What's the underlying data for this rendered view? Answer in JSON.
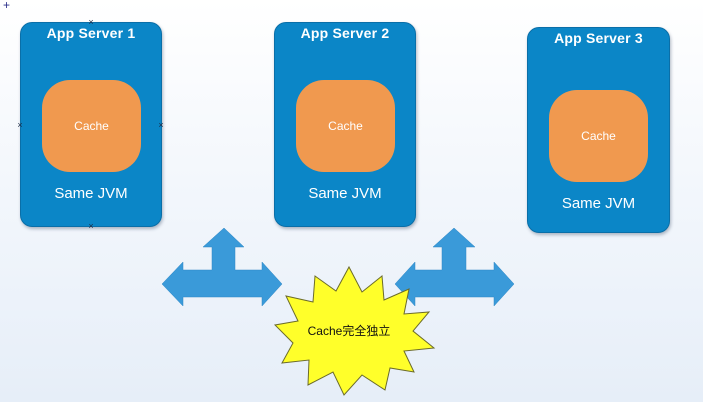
{
  "servers": [
    {
      "title": "App Server 1",
      "cache_label": "Cache",
      "jvm_label": "Same JVM"
    },
    {
      "title": "App Server 2",
      "cache_label": "Cache",
      "jvm_label": "Same JVM"
    },
    {
      "title": "App Server 3",
      "cache_label": "Cache",
      "jvm_label": "Same JVM"
    }
  ],
  "callout": {
    "label": "Cache完全独立"
  },
  "colors": {
    "server_fill": "#0b86c7",
    "cache_fill": "#f0994f",
    "arrow_fill": "#3a9ad9",
    "starburst_fill": "#ffff2a"
  },
  "icons": {
    "selection_handle": "x-mark",
    "corner_marker": "plus"
  }
}
